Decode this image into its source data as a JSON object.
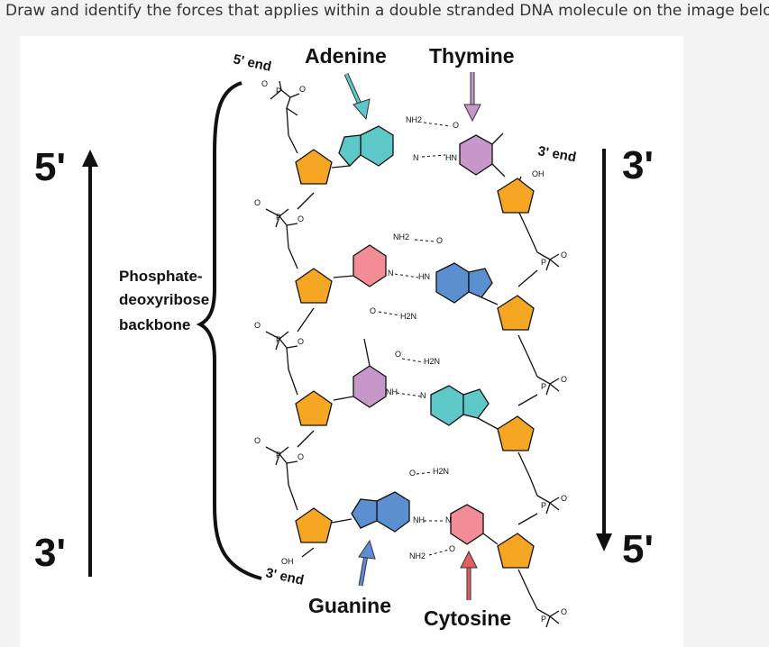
{
  "question": "Draw and identify the forces that applies within a double stranded DNA molecule on the image below.",
  "labels": {
    "left_top": "5'",
    "left_bottom": "3'",
    "right_top": "3'",
    "right_bottom": "5'",
    "five_end_top": "5' end",
    "three_end_top": "3' end",
    "three_end_bottom": "3' end",
    "oh_top": "OH",
    "oh_bottom": "OH",
    "adenine": "Adenine",
    "thymine": "Thymine",
    "guanine": "Guanine",
    "cytosine": "Cytosine",
    "backbone_1": "Phosphate-",
    "backbone_2": "deoxyribose",
    "backbone_3": "backbone"
  },
  "bonds": {
    "nh2": "NH2",
    "h2n": "H2N",
    "hn": "HN",
    "nh": "NH",
    "n": "N",
    "o": "O",
    "p": "P"
  },
  "colors": {
    "adenine": "#5ec8c8",
    "thymine": "#c897c9",
    "guanine": "#5b8fcf",
    "cytosine": "#f28c96",
    "sugar": "#f5a623",
    "arrow_adenine": "#5ec8c8",
    "arrow_thymine": "#c897c9",
    "arrow_guanine": "#5b8fcf",
    "arrow_cytosine": "#e06060"
  }
}
